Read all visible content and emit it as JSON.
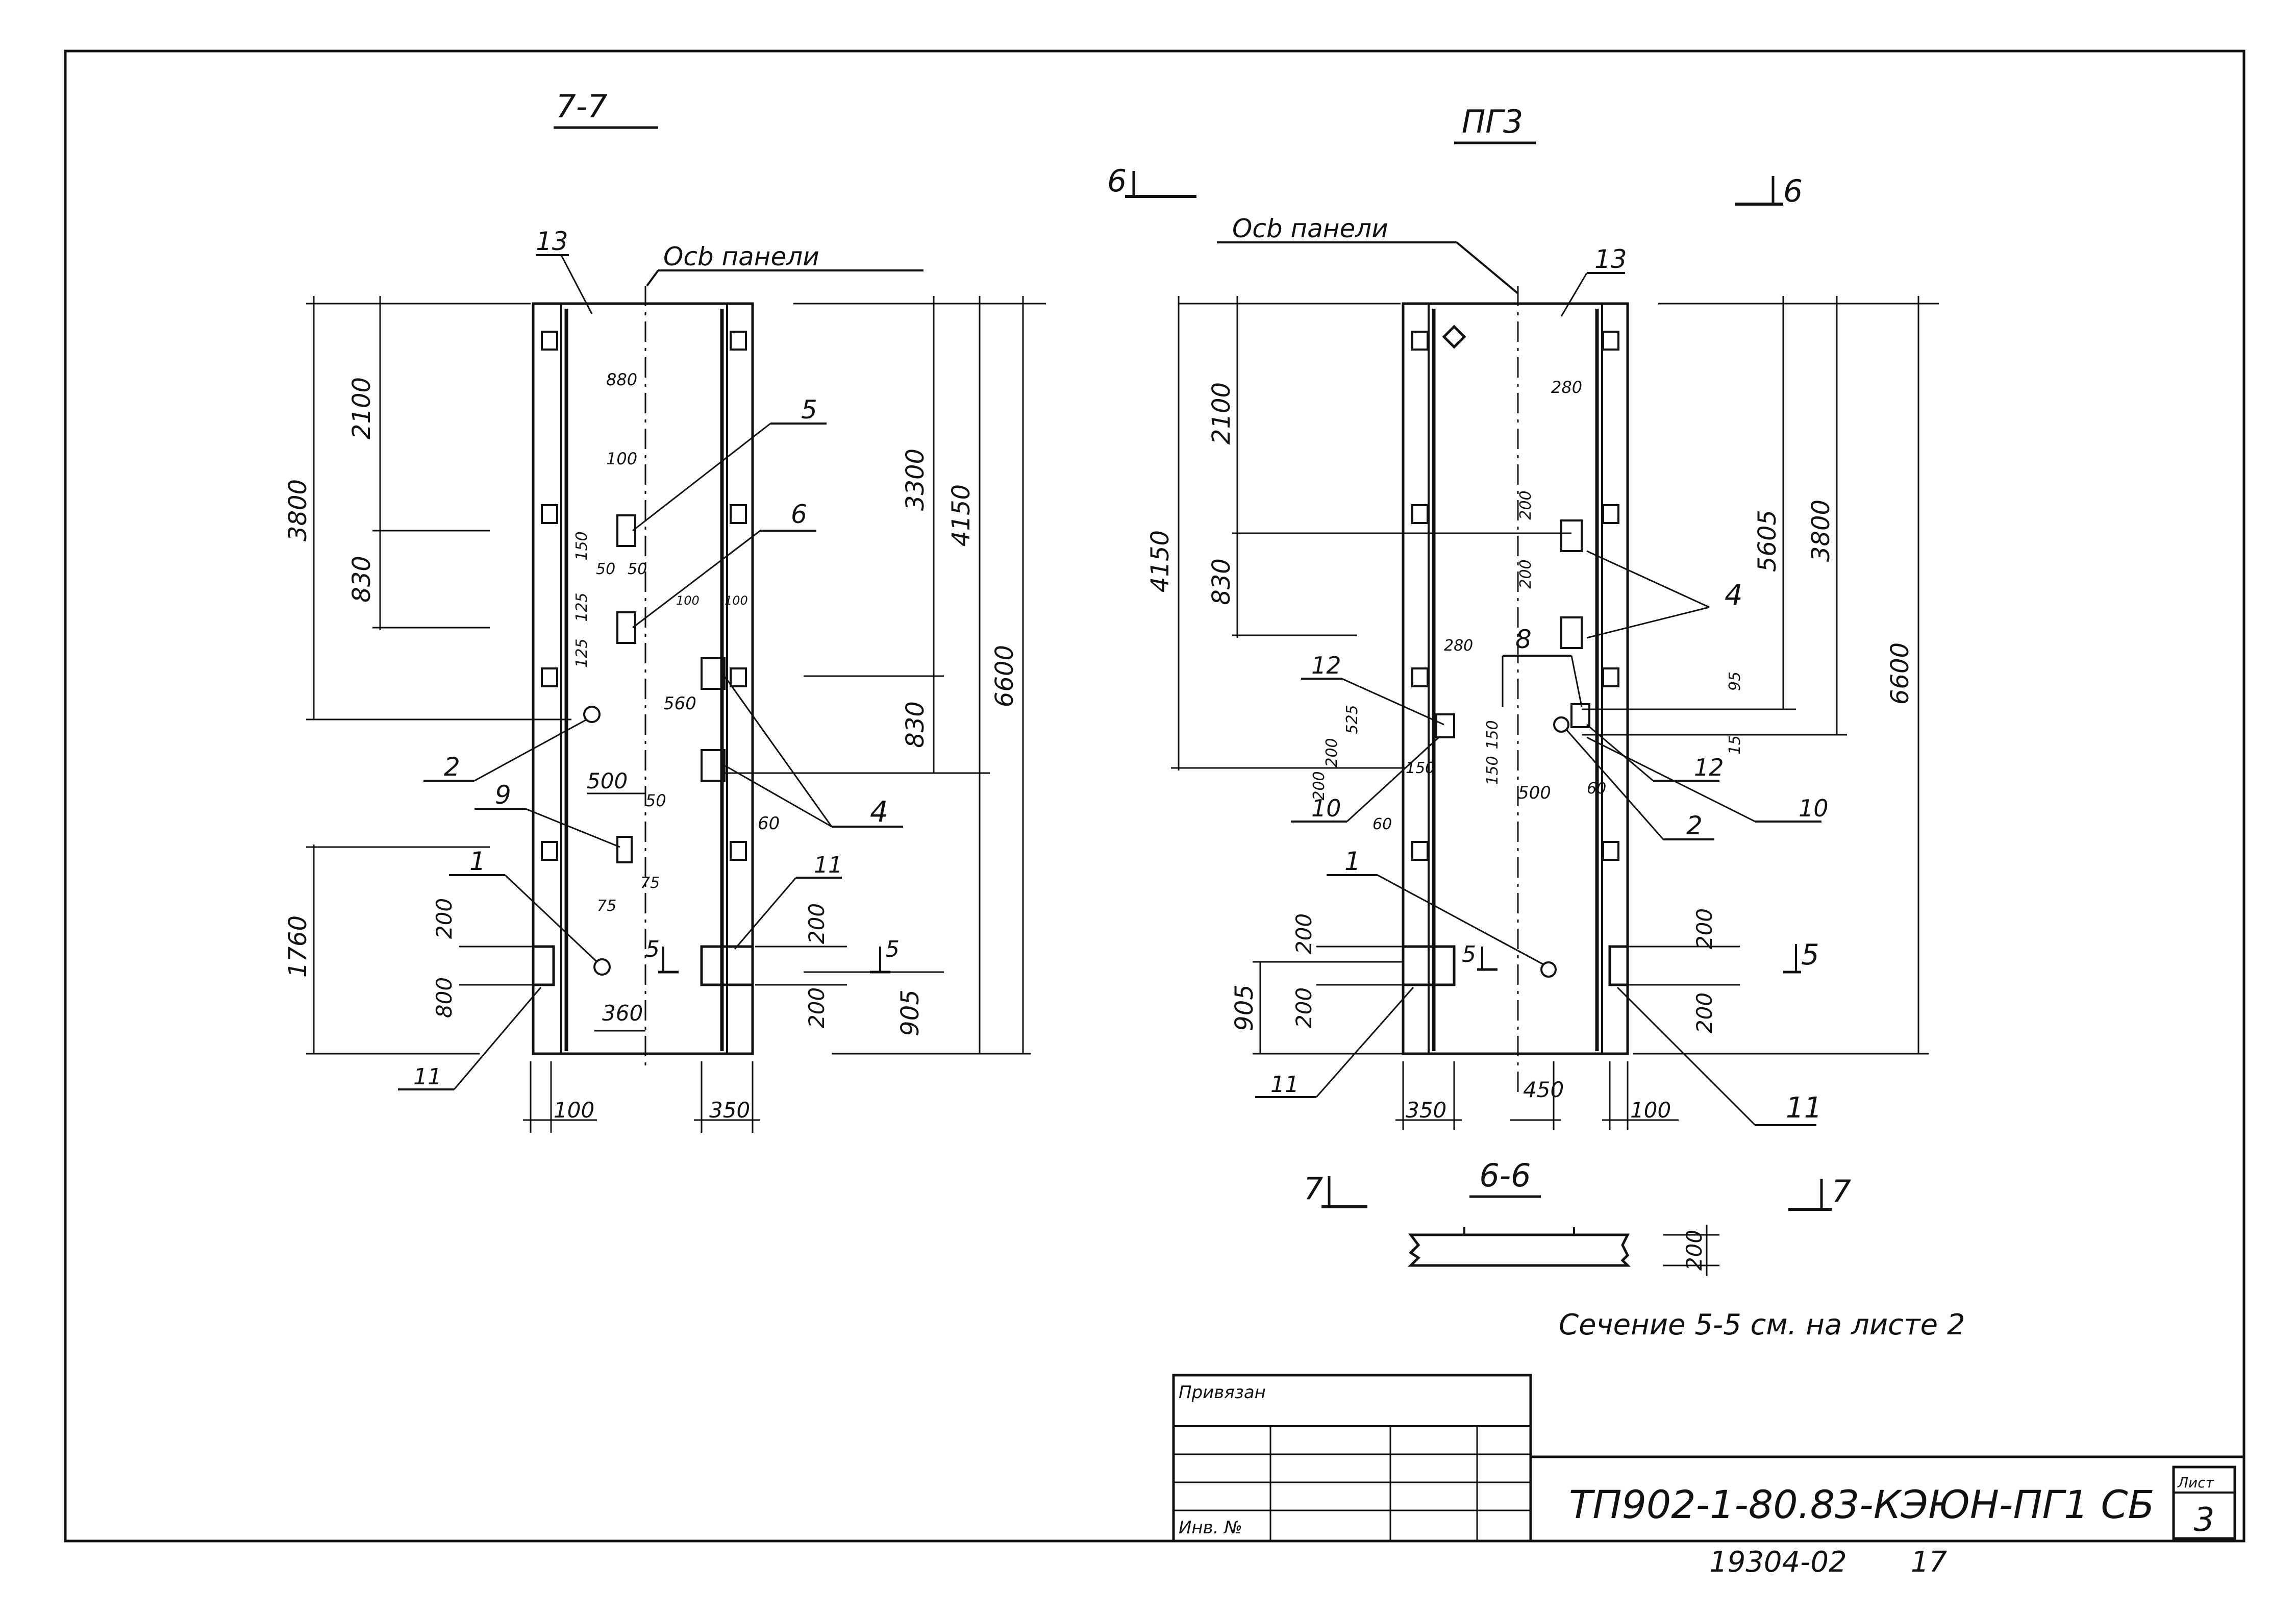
{
  "left_view": {
    "title": "7-7",
    "axis_label": "Осb панели",
    "labels": {
      "p13": "13",
      "p5": "5",
      "p6": "6",
      "p2": "2",
      "p9": "9",
      "p4": "4",
      "p1": "1",
      "p11a": "11",
      "p11b": "11"
    },
    "dims": {
      "d3800": "3800",
      "d2100": "2100",
      "d830a": "830",
      "d1760": "1760",
      "d200a": "200",
      "d800": "800",
      "d3300": "3300",
      "d4150": "4150",
      "d6600": "6600",
      "d830b": "830",
      "d200b": "200",
      "d200c": "200",
      "d905": "905",
      "d100b": "100",
      "d350": "350",
      "d500": "500",
      "d360": "360",
      "d880": "880",
      "d100a": "100",
      "d150": "150",
      "d50a": "50",
      "d50b": "50",
      "d125a": "125",
      "d125b": "125",
      "d100c": "100",
      "d100d": "100",
      "d560": "560",
      "d60": "60",
      "d50c": "50",
      "d75a": "75",
      "d75b": "75"
    },
    "section_marks": {
      "s5l": "5",
      "s5r": "5"
    }
  },
  "right_view": {
    "title": "ПГ3",
    "axis_label": "Осb панели",
    "section_marks": {
      "s6l": "6",
      "s6r": "6",
      "s5l": "5",
      "s5r": "5",
      "s7l": "7",
      "s7r": "7"
    },
    "labels": {
      "p13": "13",
      "p4": "4",
      "p8": "8",
      "p12a": "12",
      "p12b": "12",
      "p10a": "10",
      "p10b": "10",
      "p2": "2",
      "p1": "1",
      "p11a": "11",
      "p11b": "11"
    },
    "dims": {
      "d4150": "4150",
      "d2100": "2100",
      "d830": "830",
      "d5605": "5605",
      "d3800": "3800",
      "d6600": "6600",
      "d200a": "200",
      "d200b": "200",
      "d905": "905",
      "d200c": "200",
      "d200d": "200",
      "d350": "350",
      "d450": "450",
      "d100": "100",
      "d280": "280",
      "d200e": "200",
      "d200f": "200",
      "d280b": "280",
      "d95": "95",
      "d525": "525",
      "d200g": "200",
      "d200h": "200",
      "d150a": "150",
      "d150b": "150",
      "d150c": "150",
      "d500": "500",
      "d60a": "60",
      "d60b": "60",
      "d15": "15"
    }
  },
  "section_66": {
    "title": "6-6",
    "dim": "200"
  },
  "note": "Сечение 5-5 см. на листе 2",
  "title_block": {
    "privyazan": "Привязан",
    "inv": "Инв. №",
    "code": "ТП902-1-80.83-КЭЮН-ПГ1 СБ",
    "sheet_label": "Лист",
    "sheet_no": "3",
    "archive_no": "19304-02",
    "archive_page": "17"
  }
}
